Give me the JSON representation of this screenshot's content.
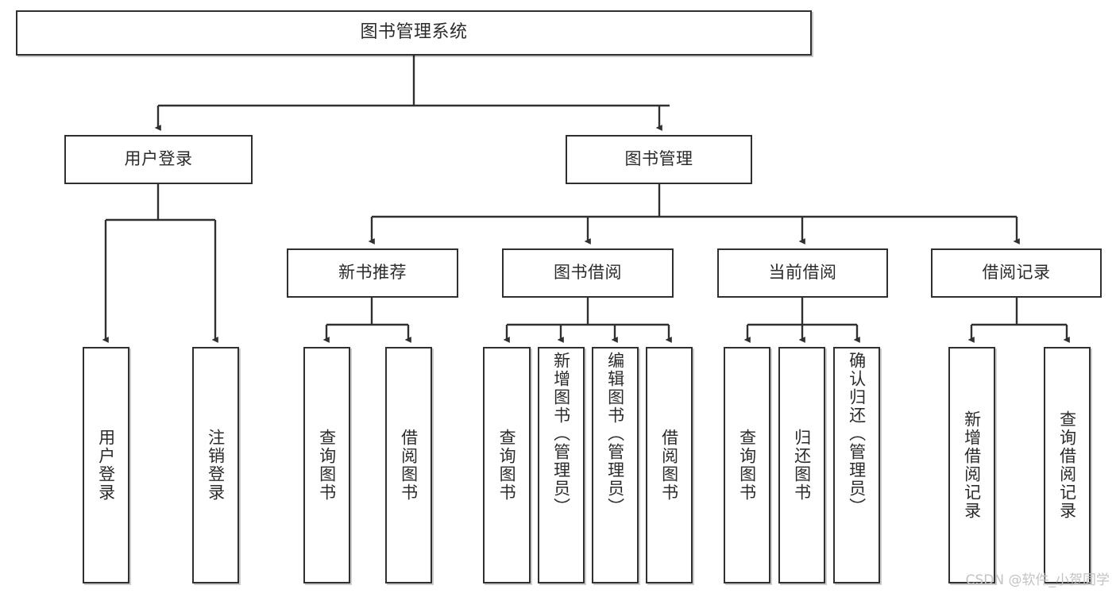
{
  "diagram": {
    "type": "tree-hierarchy",
    "title": "图书管理系统",
    "watermark": "CSDN @软件_小贺同学",
    "colors": {
      "stroke": "#303030",
      "text": "#2b2b2b",
      "background": "#ffffff",
      "watermark": "#c3c3c3"
    },
    "root": {
      "label": "图书管理系统"
    },
    "level1": [
      {
        "label": "用户登录"
      },
      {
        "label": "图书管理"
      }
    ],
    "level2": [
      {
        "label": "新书推荐"
      },
      {
        "label": "图书借阅"
      },
      {
        "label": "当前借阅"
      },
      {
        "label": "借阅记录"
      }
    ],
    "leaves": [
      {
        "label": "用户登录",
        "parent": "用户登录"
      },
      {
        "label": "注销登录",
        "parent": "用户登录"
      },
      {
        "label": "查询图书",
        "parent": "新书推荐"
      },
      {
        "label": "借阅图书",
        "parent": "新书推荐"
      },
      {
        "label": "查询图书",
        "parent": "图书借阅"
      },
      {
        "label": "新增图书（管理员）",
        "parent": "图书借阅"
      },
      {
        "label": "编辑图书（管理员）",
        "parent": "图书借阅"
      },
      {
        "label": "借阅图书",
        "parent": "图书借阅"
      },
      {
        "label": "查询图书",
        "parent": "当前借阅"
      },
      {
        "label": "归还图书",
        "parent": "当前借阅"
      },
      {
        "label": "确认归还（管理员）",
        "parent": "当前借阅"
      },
      {
        "label": "新增借阅记录",
        "parent": "借阅记录"
      },
      {
        "label": "查询借阅记录",
        "parent": "借阅记录"
      }
    ]
  }
}
